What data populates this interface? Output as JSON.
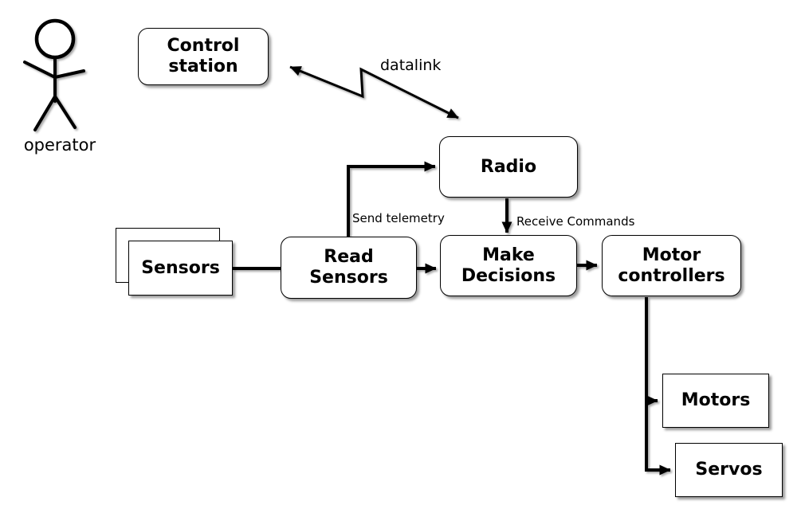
{
  "diagram": {
    "background": "#ffffff",
    "colors": {
      "stroke": "#000000",
      "fill": "#ffffff",
      "shadow": "#8c8c8c",
      "text": "#000000"
    },
    "actor": {
      "label": "operator",
      "type": "stick-figure"
    },
    "nodes": {
      "control_station": {
        "label": "Control station",
        "shape": "rounded-rect"
      },
      "radio": {
        "label": "Radio",
        "shape": "rounded-rect"
      },
      "sensors": {
        "label": "Sensors",
        "shape": "stacked-rect"
      },
      "read_sensors": {
        "label": "Read Sensors",
        "shape": "rounded-rect"
      },
      "make_decisions": {
        "label": "Make Decisions",
        "shape": "rounded-rect"
      },
      "motor_controllers": {
        "label": "Motor controllers",
        "shape": "rounded-rect"
      },
      "motors": {
        "label": "Motors",
        "shape": "rect"
      },
      "servos": {
        "label": "Servos",
        "shape": "rect"
      }
    },
    "edges": [
      {
        "from": "control-station",
        "to": "radio",
        "label": "datalink",
        "type": "zigzag-double-arrow"
      },
      {
        "from": "sensors",
        "to": "read-sensors",
        "label": "",
        "type": "line"
      },
      {
        "from": "read-sensors",
        "to": "radio",
        "label": "Send telemetry",
        "type": "arrow"
      },
      {
        "from": "radio",
        "to": "make-decisions",
        "label": "Receive Commands",
        "type": "arrow"
      },
      {
        "from": "read-sensors",
        "to": "make-decisions",
        "label": "",
        "type": "arrow"
      },
      {
        "from": "make-decisions",
        "to": "motor-controllers",
        "label": "",
        "type": "arrow"
      },
      {
        "from": "motor-controllers",
        "to": "motors",
        "label": "",
        "type": "arrow"
      },
      {
        "from": "motor-controllers",
        "to": "servos",
        "label": "",
        "type": "arrow"
      }
    ]
  }
}
